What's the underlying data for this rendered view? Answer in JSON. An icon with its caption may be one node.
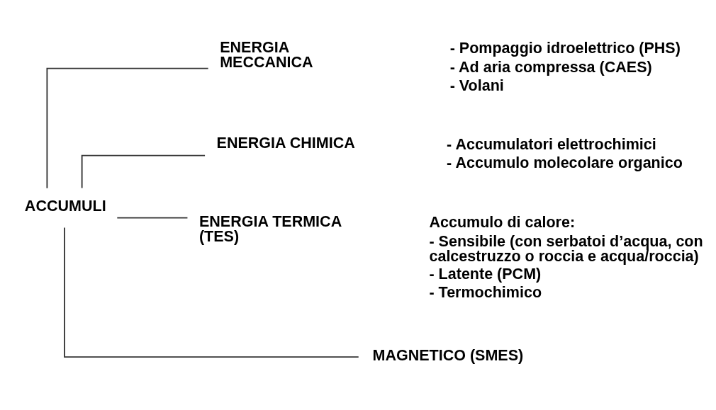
{
  "diagram": {
    "nodes": [
      {
        "text": [
          "ACCUMULI"
        ]
      },
      {
        "text": [
          "ENERGIA MECCANICA"
        ],
        "beside": [
          "- Pompaggio idroelettrico (PHS)",
          "- Ad aria compressa (CAES)",
          "- Volani"
        ]
      },
      {
        "text": [
          "ENERGIA CHIMICA"
        ],
        "beside": [
          "- Accumulatori elettrochimici",
          "- Accumulo molecolare organico"
        ]
      },
      {
        "text": [
          "ENERGIA TERMICA (TES)"
        ],
        "beside": [
          "Accumulo di calore:",
          "- Sensibile (con serbatoi d’acqua, con calcestruzzo o roccia e acqua/roccia)",
          "- Latente (PCM)",
          "- Termochimico"
        ]
      },
      {
        "text": [
          "MAGNETICO (SMES)"
        ]
      }
    ],
    "edges": [
      {
        "from": 0,
        "to": 1,
        "arrow": "none"
      },
      {
        "from": 0,
        "to": 2,
        "arrow": "none"
      },
      {
        "from": 0,
        "to": 3,
        "arrow": "none"
      },
      {
        "from": 0,
        "to": 4,
        "arrow": "none"
      }
    ]
  }
}
